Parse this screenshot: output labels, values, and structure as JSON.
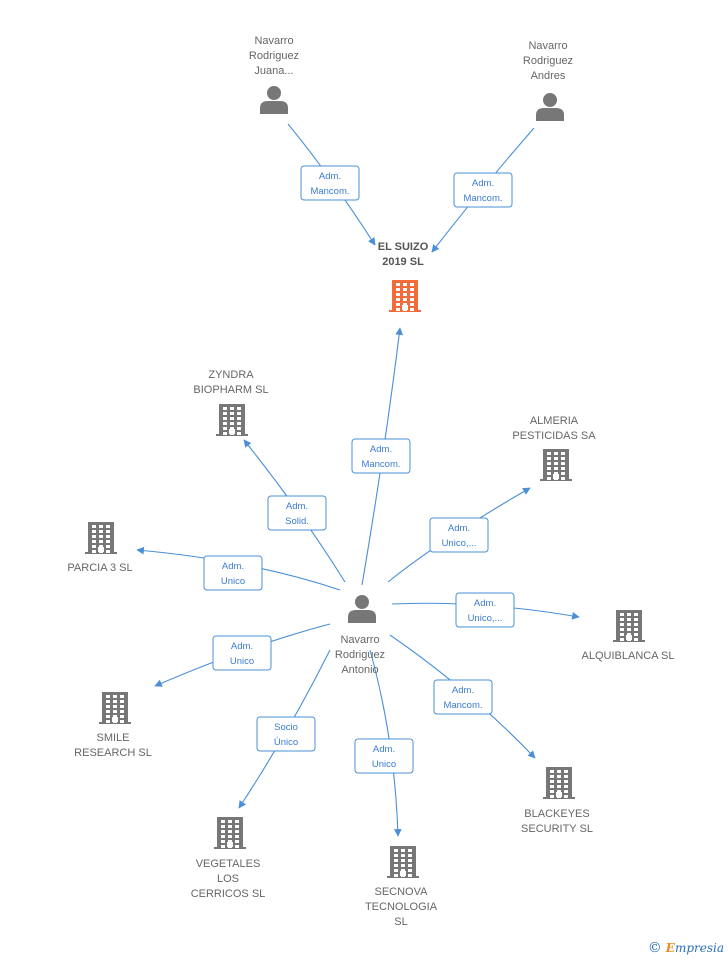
{
  "colors": {
    "person": "#777777",
    "building": "#777777",
    "highlight": "#f26b3a",
    "edge": "#4a8fd8"
  },
  "brand": {
    "symbol": "©",
    "first": "E",
    "rest": "mpresia"
  },
  "nodes": [
    {
      "id": "suizo",
      "type": "building",
      "highlight": true,
      "lines": [
        "EL SUIZO",
        "2019  SL"
      ]
    },
    {
      "id": "juana",
      "type": "person",
      "lines": [
        "Navarro",
        "Rodriguez",
        "Juana..."
      ]
    },
    {
      "id": "andres",
      "type": "person",
      "lines": [
        "Navarro",
        "Rodriguez",
        "Andres"
      ]
    },
    {
      "id": "antonio",
      "type": "person",
      "lines": [
        "Navarro",
        "Rodriguez",
        "Antonio"
      ]
    },
    {
      "id": "zyndra",
      "type": "building",
      "lines": [
        "ZYNDRA",
        "BIOPHARM SL"
      ]
    },
    {
      "id": "almeria",
      "type": "building",
      "lines": [
        "ALMERIA",
        "PESTICIDAS SA"
      ]
    },
    {
      "id": "parcia",
      "type": "building",
      "lines": [
        "PARCIA 3  SL"
      ]
    },
    {
      "id": "alquiblanca",
      "type": "building",
      "lines": [
        "ALQUIBLANCA SL"
      ]
    },
    {
      "id": "smile",
      "type": "building",
      "lines": [
        "SMILE",
        "RESEARCH  SL"
      ]
    },
    {
      "id": "blackeyes",
      "type": "building",
      "lines": [
        "BLACKEYES",
        "SECURITY  SL"
      ]
    },
    {
      "id": "vegetales",
      "type": "building",
      "lines": [
        "VEGETALES",
        "LOS",
        "CERRICOS  SL"
      ]
    },
    {
      "id": "secnova",
      "type": "building",
      "lines": [
        "SECNOVA",
        "TECNOLOGIA",
        "SL"
      ]
    }
  ],
  "edges": [
    {
      "from": "juana",
      "to": "suizo",
      "lines": [
        "Adm.",
        "Mancom."
      ]
    },
    {
      "from": "andres",
      "to": "suizo",
      "lines": [
        "Adm.",
        "Mancom."
      ]
    },
    {
      "from": "antonio",
      "to": "suizo",
      "lines": [
        "Adm.",
        "Mancom."
      ]
    },
    {
      "from": "antonio",
      "to": "zyndra",
      "lines": [
        "Adm.",
        "Solid."
      ]
    },
    {
      "from": "antonio",
      "to": "almeria",
      "lines": [
        "Adm.",
        "Unico,..."
      ]
    },
    {
      "from": "antonio",
      "to": "parcia",
      "lines": [
        "Adm.",
        "Unico"
      ]
    },
    {
      "from": "antonio",
      "to": "alquiblanca",
      "lines": [
        "Adm.",
        "Unico,..."
      ]
    },
    {
      "from": "antonio",
      "to": "smile",
      "lines": [
        "Adm.",
        "Unico"
      ]
    },
    {
      "from": "antonio",
      "to": "blackeyes",
      "lines": [
        "Adm.",
        "Mancom."
      ]
    },
    {
      "from": "antonio",
      "to": "vegetales",
      "lines": [
        "Socio",
        "Único"
      ]
    },
    {
      "from": "antonio",
      "to": "secnova",
      "lines": [
        "Adm.",
        "Unico"
      ]
    }
  ]
}
